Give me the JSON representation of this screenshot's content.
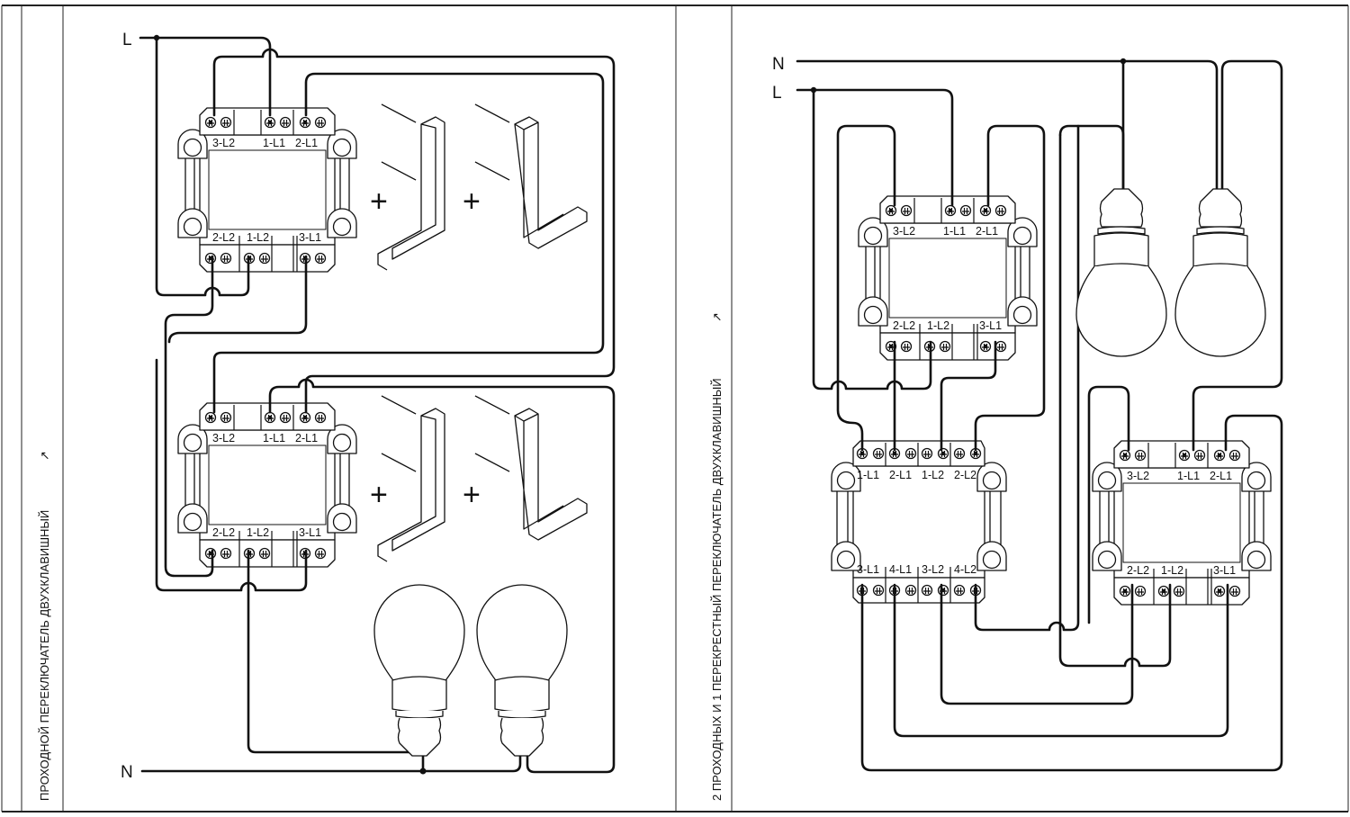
{
  "panels": [
    {
      "caption": "ПРОХОДНОЙ ПЕРЕКЛЮЧАТЕЛЬ ДВУХКЛАВИШНЫЙ",
      "caption_arrow": "↗",
      "supply": {
        "phase": "L",
        "neutral": "N"
      },
      "switches": [
        {
          "type": "pass-through-2-gang",
          "top_labels": [
            "3-L2",
            "1-L1",
            "2-L1"
          ],
          "bottom_labels": [
            "2-L2",
            "1-L2",
            "3-L1"
          ]
        },
        {
          "type": "pass-through-2-gang",
          "top_labels": [
            "3-L2",
            "1-L1",
            "2-L1"
          ],
          "bottom_labels": [
            "2-L2",
            "1-L2",
            "3-L1"
          ]
        }
      ],
      "keys_plus_sign": "+",
      "lamps": 2
    },
    {
      "caption": "2 ПРОХОДНЫХ И 1 ПЕРЕКРЕСТНЫЙ ПЕРЕКЛЮЧАТЕЛЬ ДВУХКЛАВИШНЫЙ",
      "caption_arrow": "↗",
      "supply": {
        "phase": "L",
        "neutral": "N"
      },
      "switches": [
        {
          "type": "pass-through-2-gang",
          "top_labels": [
            "3-L2",
            "1-L1",
            "2-L1"
          ],
          "bottom_labels": [
            "2-L2",
            "1-L2",
            "3-L1"
          ]
        },
        {
          "type": "cross-2-gang",
          "top_labels": [
            "1-L1",
            "2-L1",
            "1-L2",
            "2-L2"
          ],
          "bottom_labels": [
            "3-L1",
            "4-L1",
            "3-L2",
            "4-L2"
          ]
        },
        {
          "type": "pass-through-2-gang",
          "top_labels": [
            "3-L2",
            "1-L1",
            "2-L1"
          ],
          "bottom_labels": [
            "2-L2",
            "1-L2",
            "3-L1"
          ]
        }
      ],
      "lamps": 2
    }
  ]
}
